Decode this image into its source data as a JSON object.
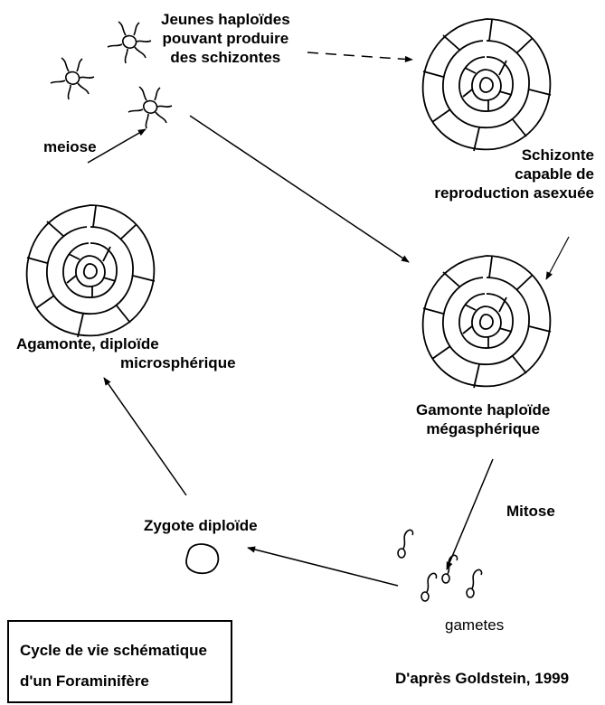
{
  "labels": {
    "haploid_young": [
      "Jeunes haploïdes",
      "pouvant produire",
      "des schizontes"
    ],
    "meiosis": "meiose",
    "schizont": [
      "Schizonte",
      "capable de",
      "reproduction asexuée"
    ],
    "agamont": [
      "Agamonte, diploïde",
      "microsphérique"
    ],
    "gamont": [
      "Gamonte haploïde",
      "mégasphérique"
    ],
    "mitosis": "Mitose",
    "zygote": "Zygote diploïde",
    "gametes": "gametes"
  },
  "caption": [
    "Cycle de vie schématique",
    "d'un Foraminifère"
  ],
  "source": "D'après Goldstein, 1999"
}
